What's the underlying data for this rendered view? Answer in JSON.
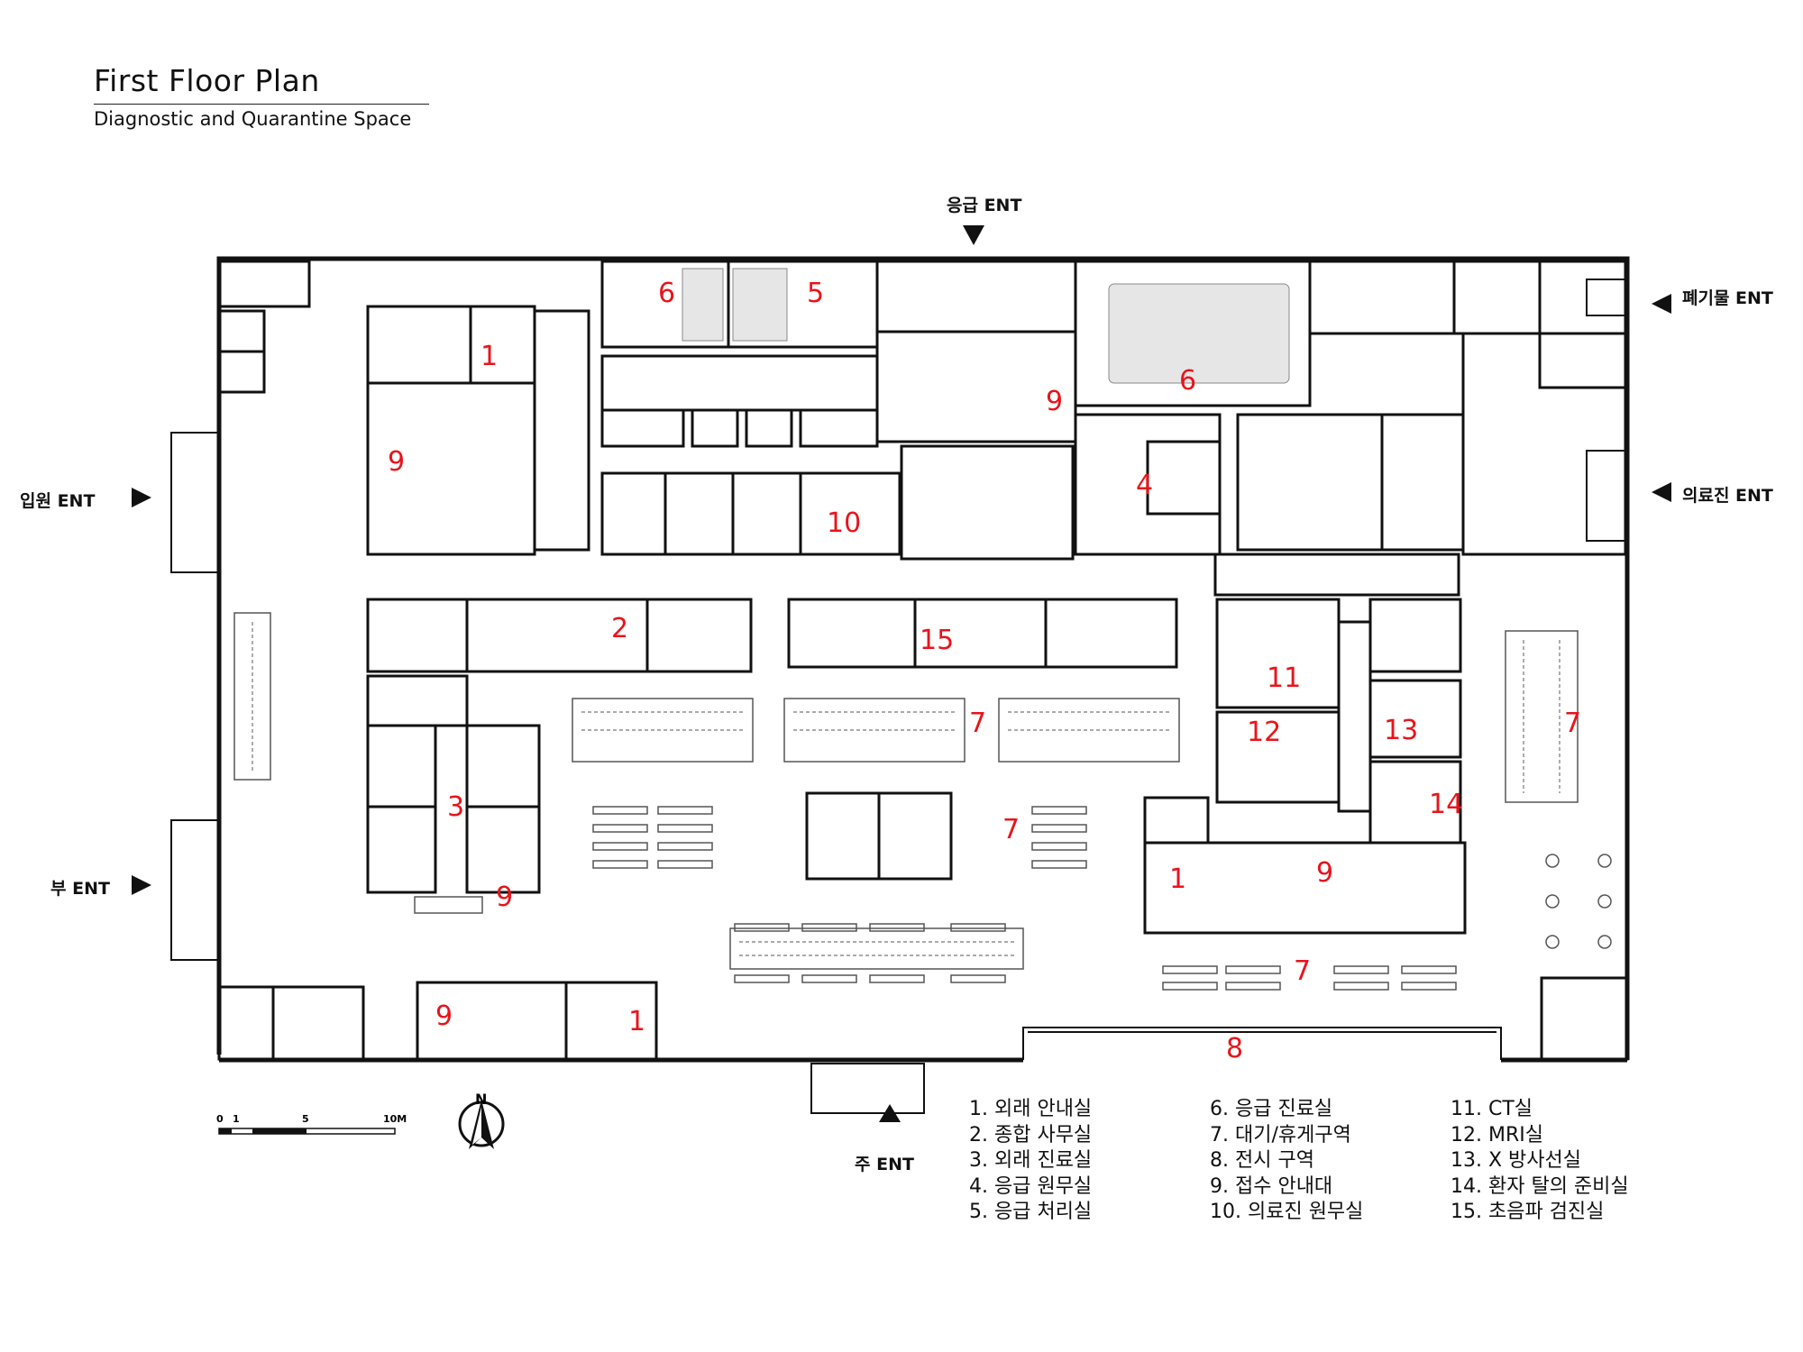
{
  "header": {
    "title": "First Floor Plan",
    "subtitle": "Diagnostic and Quarantine Space"
  },
  "entrances": {
    "emergency": "응급 ENT",
    "waste": "폐기물 ENT",
    "inpatient": "입원 ENT",
    "staff": "의료진 ENT",
    "sub": "부 ENT",
    "main": "주 ENT"
  },
  "scale_bar": {
    "ticks": [
      "0",
      "1",
      "5",
      "10M"
    ]
  },
  "north_arrow": {
    "label": "N"
  },
  "legend": {
    "col1": [
      "1. 외래 안내실",
      "2. 종합 사무실",
      "3. 외래 진료실",
      "4. 응급 원무실",
      "5. 응급 처리실"
    ],
    "col2": [
      "6. 응급 진료실",
      "7. 대기/휴게구역",
      "8. 전시 구역",
      "9. 접수 안내대",
      "10. 의료진 원무실"
    ],
    "col3": [
      "11. CT실",
      "12. MRI실",
      "13. X 방사선실",
      "14. 환자 탈의 준비실",
      "15. 초음파 검진실"
    ]
  },
  "room_numbers": {
    "r1a": "1",
    "r1b": "1",
    "r1c": "1",
    "r2": "2",
    "r3": "3",
    "r4": "4",
    "r5": "5",
    "r6a": "6",
    "r6b": "6",
    "r7a": "7",
    "r7b": "7",
    "r7c": "7",
    "r7d": "7",
    "r8": "8",
    "r9a": "9",
    "r9b": "9",
    "r9c": "9",
    "r9d": "9",
    "r9e": "9",
    "r10": "10",
    "r11": "11",
    "r12": "12",
    "r13": "13",
    "r14": "14",
    "r15": "15"
  },
  "colors": {
    "wall": "#111111",
    "room_number": "#e8141b",
    "furniture": "#555555",
    "shade": "#e6e6e6"
  }
}
